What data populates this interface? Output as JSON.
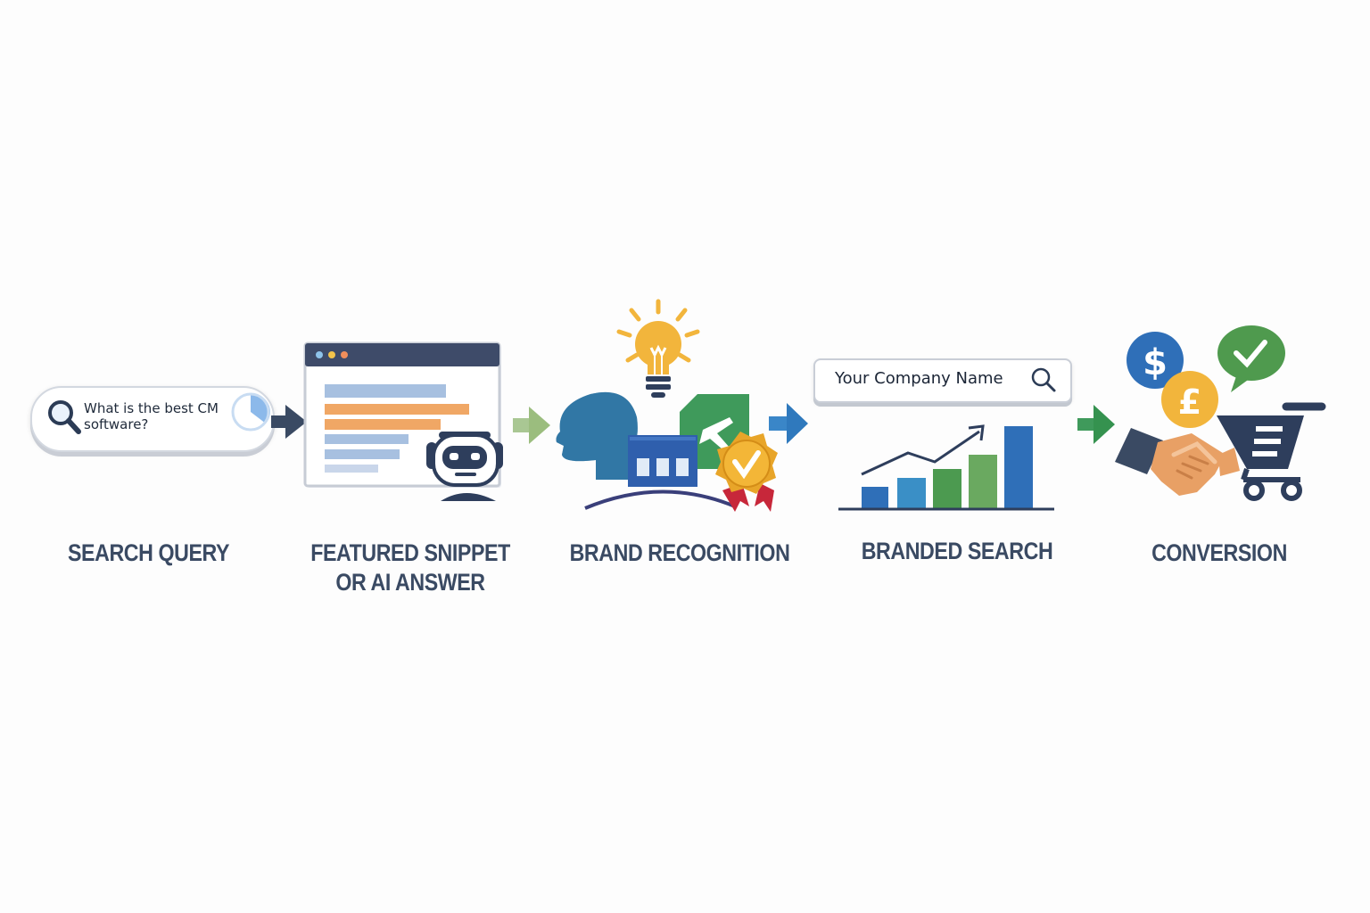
{
  "steps": [
    {
      "label": "SEARCH QUERY",
      "query_text": "What is the best CM software?"
    },
    {
      "label_line1": "FEATURED SNIPPET",
      "label_line2": "OR AI ANSWER"
    },
    {
      "label": "BRAND RECOGNITION"
    },
    {
      "label": "BRANDED SEARCH",
      "search_text": "Your Company Name"
    },
    {
      "label": "CONVERSION"
    }
  ],
  "colors": {
    "navy": "#3a4a63",
    "blue": "#2f6fb8",
    "green": "#3f9a5b",
    "orange": "#f0a765",
    "gold": "#f2b53c",
    "sage": "#9bbd7e"
  },
  "icons": [
    "search-icon",
    "browser-window-icon",
    "robot-icon",
    "lightbulb-icon",
    "head-icon",
    "building-icon",
    "award-badge-icon",
    "bar-chart-icon",
    "dollar-coin-icon",
    "pound-coin-icon",
    "checkmark-bubble-icon",
    "handshake-icon",
    "shopping-cart-icon"
  ]
}
